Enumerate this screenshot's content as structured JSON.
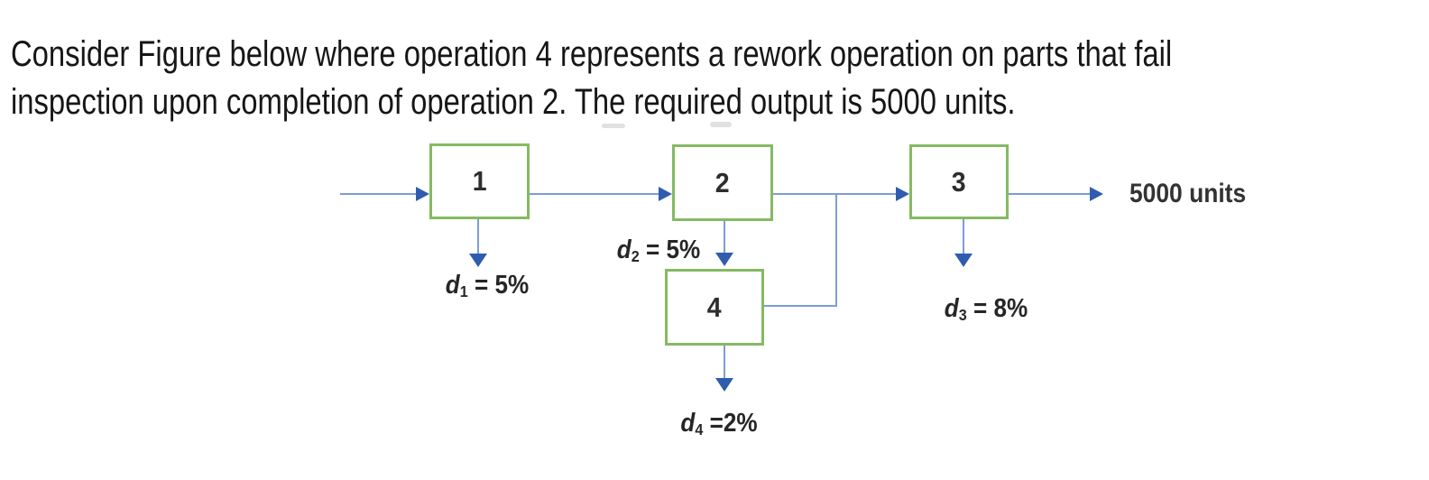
{
  "title": {
    "line1": "Consider Figure below where operation 4 represents a rework operation on parts that fail",
    "line2": "inspection upon completion of operation 2. The required output is 5000 units."
  },
  "figure": {
    "operations": [
      {
        "id": "1",
        "defect": {
          "var": "d",
          "sub": "1",
          "rest": " = 5%"
        }
      },
      {
        "id": "2",
        "defect": {
          "var": "d",
          "sub": "2",
          "rest": " = 5%"
        }
      },
      {
        "id": "3",
        "defect": {
          "var": "d",
          "sub": "3",
          "rest": " = 8%"
        }
      },
      {
        "id": "4",
        "defect": {
          "var": "d",
          "sub": "4",
          "rest": " =2%"
        }
      }
    ],
    "output_label": "5000 units",
    "colors": {
      "box_border": "#85ba62",
      "connector_line": "#7e9cd6",
      "arrowhead": "#2f5cae",
      "text": "#262626"
    }
  }
}
